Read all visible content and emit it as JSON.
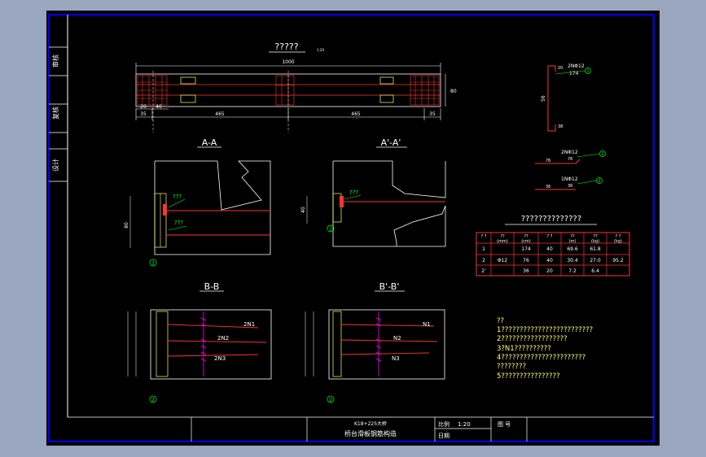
{
  "drawing": {
    "title": "?????",
    "title_suffix": "1:20",
    "overall_length": "1000",
    "left_span": "465",
    "right_span": "465",
    "end_dim": "35",
    "dim_40": "40",
    "dim_20": "20",
    "dim_80": "80"
  },
  "sections": {
    "aa": "A-A",
    "aa_prime": "A'-A'",
    "bb": "B-B",
    "bb_prime": "B'-B'",
    "weld_label": "???",
    "mark_1": "1",
    "mark_2": "2"
  },
  "rebar_details": {
    "d1_top": "2NΦ12",
    "d1_len": "174",
    "d1_vert": "56",
    "d1_bottom": "38",
    "d2_top": "2NΦ12",
    "d2_len": "76",
    "d3_top": "1NΦ12",
    "d3_len": "36"
  },
  "table": {
    "title": "??????????????",
    "headers": [
      "? ?",
      "??\n(mm)",
      "??\n(cm)",
      "? ?",
      "??\n(m)",
      "??\n(kg)",
      "? ?\n(kg)"
    ],
    "rows": [
      [
        "1",
        "",
        "174",
        "40",
        "69.6",
        "61.8",
        ""
      ],
      [
        "2",
        "Φ12",
        "76",
        "40",
        "30.4",
        "27.0",
        "95.2"
      ],
      [
        "2'",
        "",
        "36",
        "20",
        "7.2",
        "6.4",
        ""
      ]
    ]
  },
  "notes": {
    "heading": "??",
    "lines": [
      "1?????????????????????????",
      "2??????????????????",
      "3?N1??????????",
      "4???????????????????????",
      "  ????????",
      "5????????????????"
    ]
  },
  "bb_labels": {
    "n1": "2N1",
    "n2": "2N2",
    "n3": "2N3",
    "p1": "N1",
    "p2": "N2",
    "p3": "N3"
  },
  "side_strip": {
    "labels": [
      "审核",
      "复核",
      "设计"
    ]
  },
  "title_block": {
    "project": "K18+225大桥",
    "drawing_name": "桥台滑板钢筋构造",
    "scale_label": "比例",
    "scale_value": "1:20",
    "sheet_label": "图 号",
    "date_label": "日期"
  },
  "colors": {
    "border": "#0000ff",
    "lines": "#ffffff",
    "rebar": "#ff3333",
    "green": "#00ff00",
    "yellow": "#ffff66",
    "magenta": "#ff00ff",
    "cyan": "#00ffff"
  }
}
